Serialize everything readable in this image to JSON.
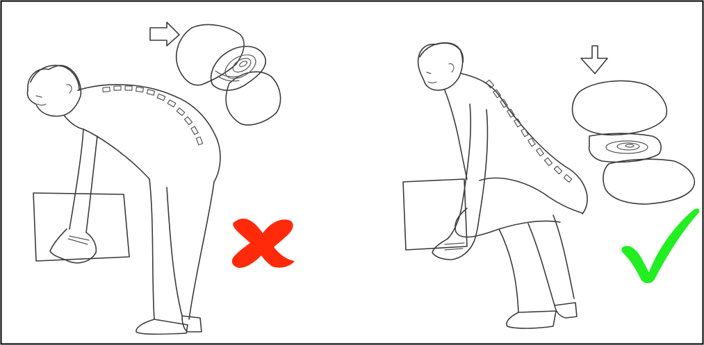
{
  "panels": [
    {
      "id": "wrong",
      "verdict": "incorrect",
      "mark_icon": "red-x-icon"
    },
    {
      "id": "right",
      "verdict": "correct",
      "mark_icon": "green-check-icon"
    }
  ],
  "colors": {
    "frame": "#000000",
    "ink": "#3a3a3a",
    "wrong_mark": "#ff2a0a",
    "right_mark": "#22ee22"
  }
}
